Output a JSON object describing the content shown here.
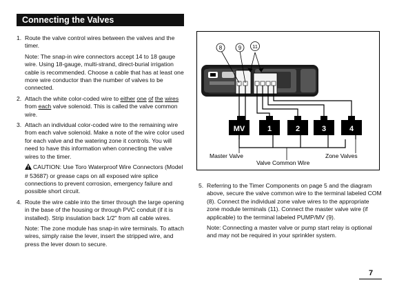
{
  "header": {
    "title": "Connecting the Valves"
  },
  "steps": [
    {
      "num": "1.",
      "text": "Route the valve control wires between the valves and the timer."
    },
    {
      "note": "Note: The snap-in wire connectors accept 14 to 18 gauge wire. Using 18-gauge, multi-strand, direct-burial irrigation cable is recommended. Choose a cable that has at least one more wire conductor than the number of valves to be connected."
    },
    {
      "num": "2.",
      "pre": "Attach the white color-coded wire to ",
      "u1": "either",
      "sp1": " ",
      "u2": "one",
      "sp2": " ",
      "u3": "of",
      "sp3": " ",
      "u4": "the",
      "sp4": " ",
      "u5": "wires",
      "mid": " from ",
      "u6": "each",
      "post": " valve solenoid. This is called the valve common wire."
    },
    {
      "num": "3.",
      "text": "Attach an individual color-coded wire to the remaining wire from each valve solenoid. Make a note of the wire color used for each valve and the watering zone it controls. You will need to have this information when connecting the valve wires to the timer."
    },
    {
      "caution": "CAUTION: Use Toro Waterproof Wire Connectors (Model # 53687) or grease caps on all exposed wire splice connections to prevent corrosion, emergency failure and possible short circuit."
    },
    {
      "num": "4.",
      "text": "Route the wire cable into the timer through the large opening in the base of the housing or through PVC conduit (if it is installed). Strip insulation back 1/2\" from all cable wires."
    },
    {
      "note": "Note: The zone module has snap-in wire terminals. To attach wires, simply raise the lever, insert the stripped wire, and press the lever down to secure."
    }
  ],
  "right_steps": [
    {
      "num": "5.",
      "text": "Referring to the Timer Components on page 5 and the diagram above, secure the valve common wire to the terminal labeled COM (8). Connect the individual zone valve wires to the appropriate zone module terminals (11). Connect the master valve wire (if applicable) to the terminal labeled PUMP/MV (9)."
    },
    {
      "note": "Note: Connecting a master valve or pump start relay is optional and may not be required in your sprinkler system."
    }
  ],
  "diagram": {
    "callouts": [
      "8",
      "9",
      "11"
    ],
    "valves": [
      "MV",
      "1",
      "2",
      "3",
      "4"
    ],
    "label_master": "Master Valve",
    "label_common": "Valve Common Wire",
    "label_zone": "Zone Valves"
  },
  "page": {
    "number": "7"
  }
}
